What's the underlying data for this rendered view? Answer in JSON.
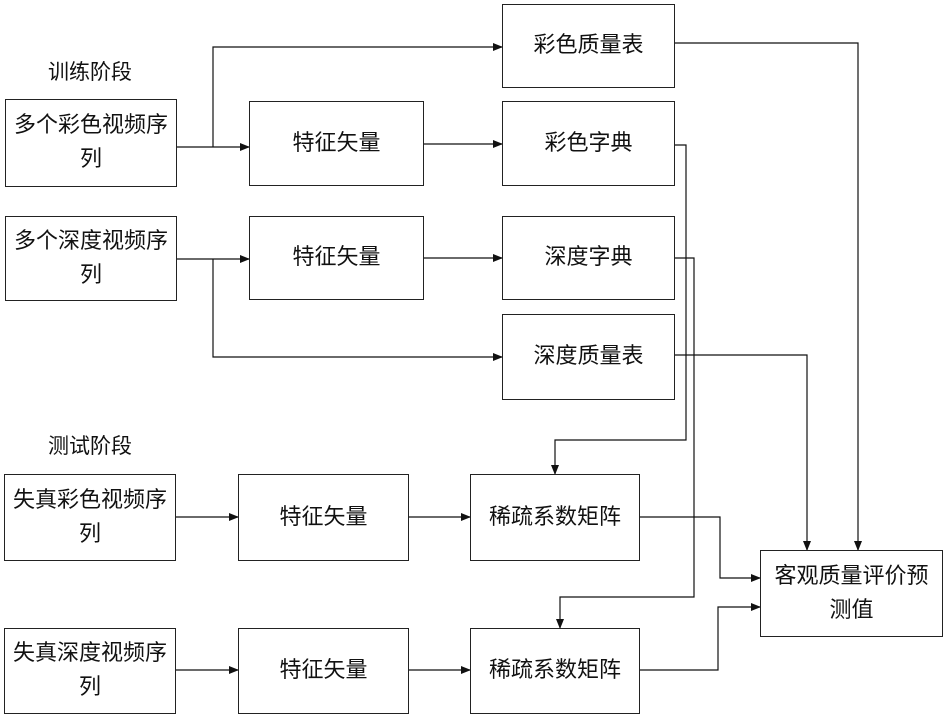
{
  "stages": {
    "training": "训练阶段",
    "testing": "测试阶段"
  },
  "boxes": {
    "multi_color_video": "多个彩色视频序列",
    "multi_depth_video": "多个深度视频序列",
    "feature_vec_color_train": "特征矢量",
    "feature_vec_depth_train": "特征矢量",
    "color_quality_table": "彩色质量表",
    "color_dictionary": "彩色字典",
    "depth_dictionary": "深度字典",
    "depth_quality_table": "深度质量表",
    "distorted_color_video": "失真彩色视频序列",
    "distorted_depth_video": "失真深度视频序列",
    "feature_vec_color_test": "特征矢量",
    "feature_vec_depth_test": "特征矢量",
    "sparse_matrix_color": "稀疏系数矩阵",
    "sparse_matrix_depth": "稀疏系数矩阵",
    "objective_quality_prediction": "客观质量评价预测值"
  }
}
